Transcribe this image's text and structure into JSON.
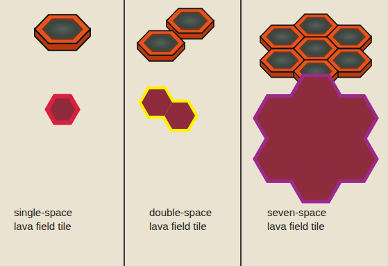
{
  "diagram": {
    "labels": [
      "single-space lava field tile",
      "double-space lava field tile",
      "seven-space lava field tile"
    ]
  }
}
